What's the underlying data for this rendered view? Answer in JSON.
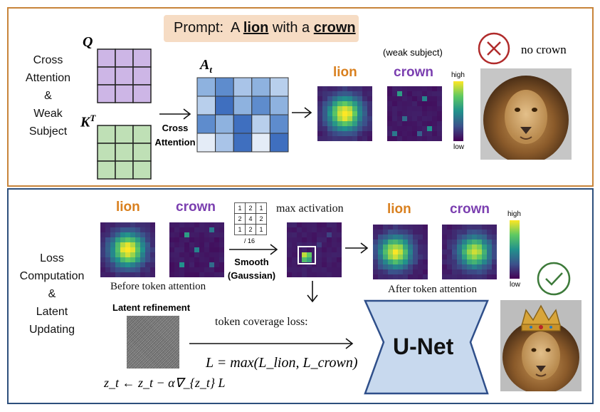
{
  "prompt": {
    "prefix": "Prompt:  A ",
    "subject": "lion",
    "middle": " with a ",
    "object": "crown"
  },
  "top_panel": {
    "label_lines": [
      "Cross",
      "Attention",
      "&",
      "Weak",
      "Subject"
    ],
    "q_label": "Q",
    "k_label": "K",
    "k_sup": "T",
    "a_label": "A",
    "a_sub": "t",
    "arrow_label_lines": [
      "Cross",
      "Attention"
    ],
    "lion_word": "lion",
    "crown_word": "crown",
    "weak_subject": "(weak subject)",
    "colorbar_high": "high",
    "colorbar_low": "low",
    "result_text": "no crown"
  },
  "bottom_panel": {
    "label_lines": [
      "Loss",
      "Computation",
      "&",
      "Latent",
      "Updating"
    ],
    "lion_word": "lion",
    "crown_word": "crown",
    "kernel": [
      [
        "1",
        "2",
        "1"
      ],
      [
        "2",
        "4",
        "2"
      ],
      [
        "1",
        "2",
        "1"
      ]
    ],
    "kernel_div": "/ 16",
    "smooth_lines": [
      "Smooth",
      "(Gaussian)"
    ],
    "max_activation": "max activation",
    "before_caption": "Before token attention",
    "after_caption": "After token attention",
    "lion_word_after": "lion",
    "crown_word_after": "crown",
    "colorbar_high": "high",
    "colorbar_low": "low",
    "latent_refinement": "Latent refinement",
    "loss_title": "token coverage loss:",
    "loss_formula": "L = max(L_lion, L_crown)",
    "update_formula": "z_t ← z_t − α∇_{z_t} L",
    "unet_label": "U-Net"
  },
  "colors": {
    "top_border": "#c8843a",
    "bottom_border": "#2d4f7c",
    "lion_orange": "#d9801f",
    "crown_purple": "#7b3fb0",
    "prompt_bg": "#f6dcc4",
    "q_fill": "#cdb6e6",
    "k_fill": "#bfe0b6",
    "unet_fill": "#c8d9ee",
    "unet_stroke": "#2f4f8a",
    "x_red": "#b02b2b",
    "check_green": "#3d7a3a"
  }
}
